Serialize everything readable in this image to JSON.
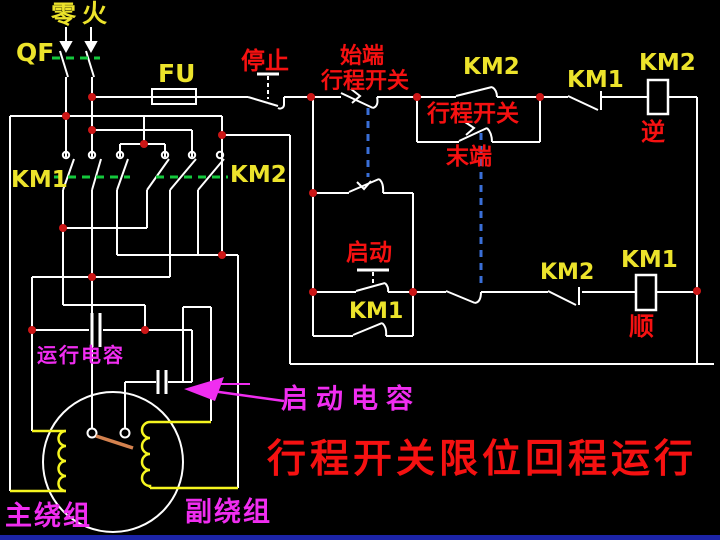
{
  "diagram_title": "行程开关限位回程运行",
  "labels": {
    "wire_zero": "零",
    "wire_live": "火",
    "breaker": "QF",
    "fuse": "FU",
    "km1_main": "KM1",
    "km2_main": "KM2",
    "stop_button": "停止",
    "sq_start_line1": "始端",
    "sq_start_line2": "行程开关",
    "km2_aux_top": "KM2",
    "km1_nc_top": "KM1",
    "km2_coil": "KM2",
    "reverse": "逆",
    "sq_end_line1": "行程开关",
    "sq_end_line2": "末端",
    "start_button": "启动",
    "km1_selfhold": "KM1",
    "km2_nc_bottom": "KM2",
    "km1_coil": "KM1",
    "forward": "顺",
    "run_capacitor": "运行电容",
    "start_capacitor": "启动电容",
    "main_title": "行程开关限位回程运行",
    "main_winding": "主绕组",
    "aux_winding": "副绕组"
  },
  "colors": {
    "background": "#000000",
    "wire": "#ffffff",
    "component_label_yellow": "#ece32b",
    "annotation_red": "#f51111",
    "annotation_magenta": "#f02df0",
    "breaker_link_green": "#14c83c",
    "travel_switch_link_blue": "#3a6fd8",
    "junction_dot_red": "#cc1616",
    "centrifugal_switch_orange": "#d4824f",
    "bottom_strip_blue": "#1c24a8"
  }
}
